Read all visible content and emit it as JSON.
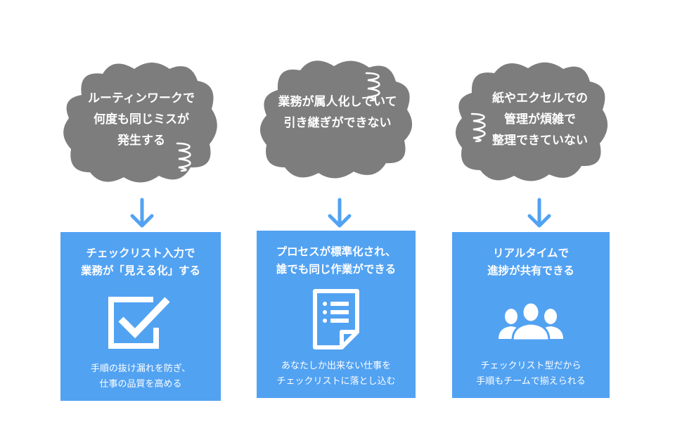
{
  "columns": [
    {
      "problem_lines": [
        "ルーティンワークで",
        "何度も同じミスが",
        "発生する"
      ],
      "solution_title_lines": [
        "チェックリスト入力で",
        "業務が「見える化」する"
      ],
      "icon": "checkbox-icon",
      "solution_desc_lines": [
        "手順の抜け漏れを防ぎ、",
        "仕事の品質を高める"
      ]
    },
    {
      "problem_lines": [
        "業務が属人化していて",
        "引き継ぎができない"
      ],
      "solution_title_lines": [
        "プロセスが標準化され、",
        "誰でも同じ作業ができる"
      ],
      "icon": "document-list-icon",
      "solution_desc_lines": [
        "あなたしか出来ない仕事を",
        "チェックリストに落とし込む"
      ]
    },
    {
      "problem_lines": [
        "紙やエクセルでの",
        "管理が煩雑で",
        "整理できていない"
      ],
      "solution_title_lines": [
        "リアルタイムで",
        "進捗が共有できる"
      ],
      "icon": "user-group-icon",
      "solution_desc_lines": [
        "チェックリスト型だから",
        "手順もチームで揃えられる"
      ]
    }
  ],
  "colors": {
    "cloud": "#7d7d7d",
    "box": "#52a2f2",
    "arrow": "#52a2f2",
    "text_on_color": "#ffffff"
  }
}
